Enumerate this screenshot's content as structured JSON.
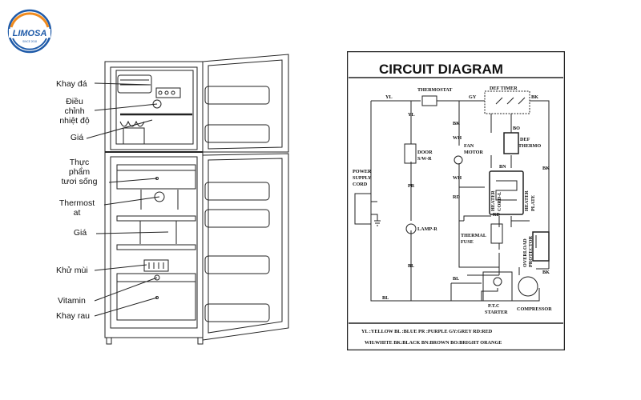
{
  "logo": {
    "brand": "LIMOSA",
    "tagline": "SINCE 2018"
  },
  "fridge_labels": [
    {
      "id": "ice-tray",
      "text": "Khay đá"
    },
    {
      "id": "temp-control",
      "text": "Điều\nchỉnh\nnhiệt độ"
    },
    {
      "id": "shelf-top",
      "text": "Giá"
    },
    {
      "id": "fresh-food",
      "text": "Thực\nphẩm\ntươi sống"
    },
    {
      "id": "thermostat",
      "text": "Thermost\nat"
    },
    {
      "id": "shelf-mid",
      "text": "Giá"
    },
    {
      "id": "deodorizer",
      "text": "Khử mùi"
    },
    {
      "id": "vitamin",
      "text": "Vitamin"
    },
    {
      "id": "veg-tray",
      "text": "Khay rau"
    }
  ],
  "circuit": {
    "title": "CIRCUIT DIAGRAM",
    "components": {
      "thermostat": "THERMOSTAT",
      "def_timer": "DEF TIMER",
      "def_thermo": "DEF\nTHERMO",
      "door_switch": "DOOR\nS/W-R",
      "fan_motor": "FAN\nMOTOR",
      "power_cord": "POWER\nSUPPLY\nCORD",
      "heater_cord": "HEATER\nCORD-L",
      "heater_plate": "HEATER\nPLATE",
      "lamp": "LAMP-R",
      "thermal_fuse": "THERMAL\nFUSE",
      "overload": "OVERLOAD\nPROTECTOR",
      "ptc": "P.T.C\nSTARTER",
      "compressor": "COMPRESSOR"
    },
    "wires": {
      "yl": "YL",
      "gy": "GY",
      "bk": "BK",
      "bo": "BO",
      "wh": "WH",
      "bn": "BN",
      "rd": "RD",
      "pr": "PR",
      "bl": "BL"
    },
    "legend_lines": [
      "YL :YELLOW  BL :BLUE   PR :PURPLE  GY:GREY   RD:RED",
      "WH:WHITE   BK:BLACK  BN:BROWN    BO:BRIGHT ORANGE"
    ]
  },
  "colors": {
    "logo_blue": "#1e5aa8",
    "logo_orange": "#f08a1c",
    "line": "#222222"
  }
}
